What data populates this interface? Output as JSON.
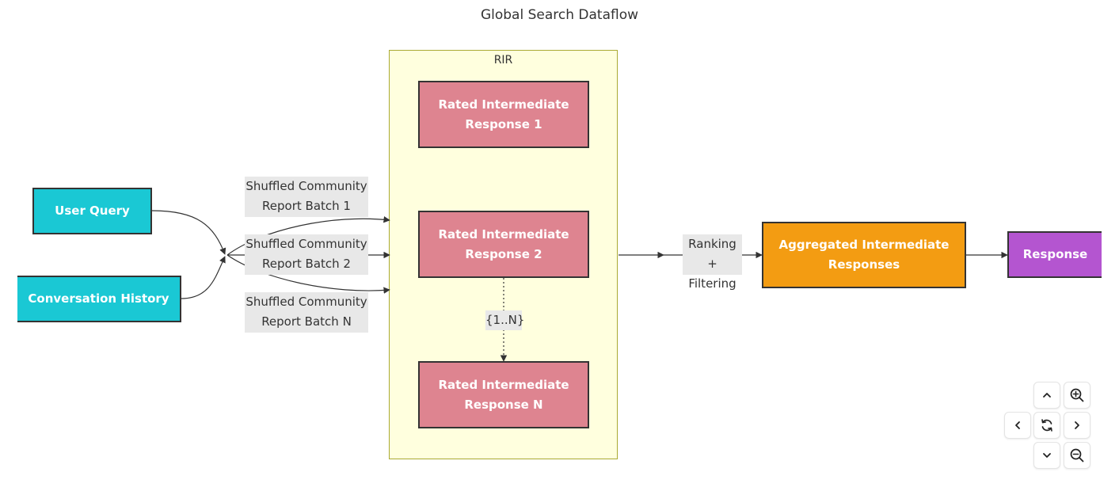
{
  "title": "Global Search Dataflow",
  "cluster": {
    "label": "RIR"
  },
  "nodes": {
    "user_query": "User Query",
    "conversation_history": "Conversation History",
    "rir1": "Rated Intermediate\nResponse 1",
    "rir2": "Rated Intermediate\nResponse 2",
    "rirn": "Rated Intermediate\nResponse N",
    "aggregated": "Aggregated Intermediate\nResponses",
    "response": "Response"
  },
  "edge_labels": {
    "batch1": "Shuffled Community\nReport Batch 1",
    "batch2": "Shuffled Community\nReport Batch 2",
    "batchn": "Shuffled Community\nReport Batch N",
    "loop": "{1..N}",
    "ranking": "Ranking +\nFiltering"
  },
  "colors": {
    "input_nodes": "#1ac8d4",
    "rir_nodes": "#de8490",
    "aggregated_node": "#f39c12",
    "response_node": "#b455d0",
    "cluster_fill": "#ffffde",
    "cluster_border": "#aaaa33",
    "edge_label_bg": "#e8e8e8"
  },
  "controls": {
    "up": "chevron-up-icon",
    "zoom_in": "zoom-in-icon",
    "left": "chevron-left-icon",
    "reset": "reset-icon",
    "right": "chevron-right-icon",
    "down": "chevron-down-icon",
    "zoom_out": "zoom-out-icon"
  }
}
